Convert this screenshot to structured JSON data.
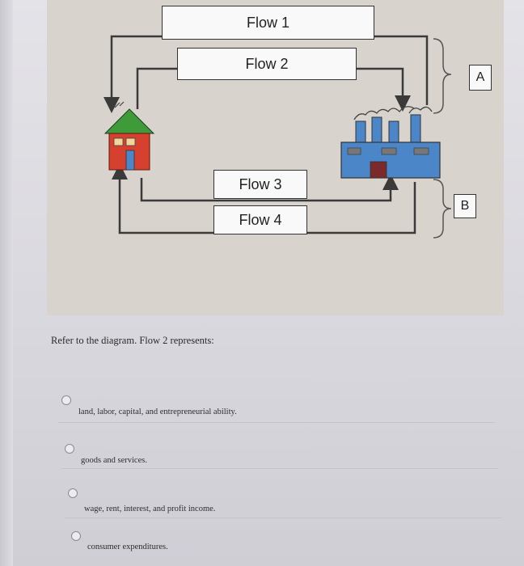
{
  "diagram": {
    "flow1": "Flow 1",
    "flow2": "Flow 2",
    "flow3": "Flow 3",
    "flow4": "Flow 4",
    "label_a": "A",
    "label_b": "B",
    "colors": {
      "house_roof": "#3f9a3a",
      "house_wall": "#d6402f",
      "factory": "#4a86c8",
      "lines": "#3a3a3a"
    }
  },
  "question": {
    "text": "Refer to the diagram. Flow 2 represents:"
  },
  "options": [
    {
      "label": "land, labor, capital, and entrepreneurial ability."
    },
    {
      "label": "goods and services."
    },
    {
      "label": "wage, rent, interest, and profit income."
    },
    {
      "label": "consumer expenditures."
    }
  ]
}
